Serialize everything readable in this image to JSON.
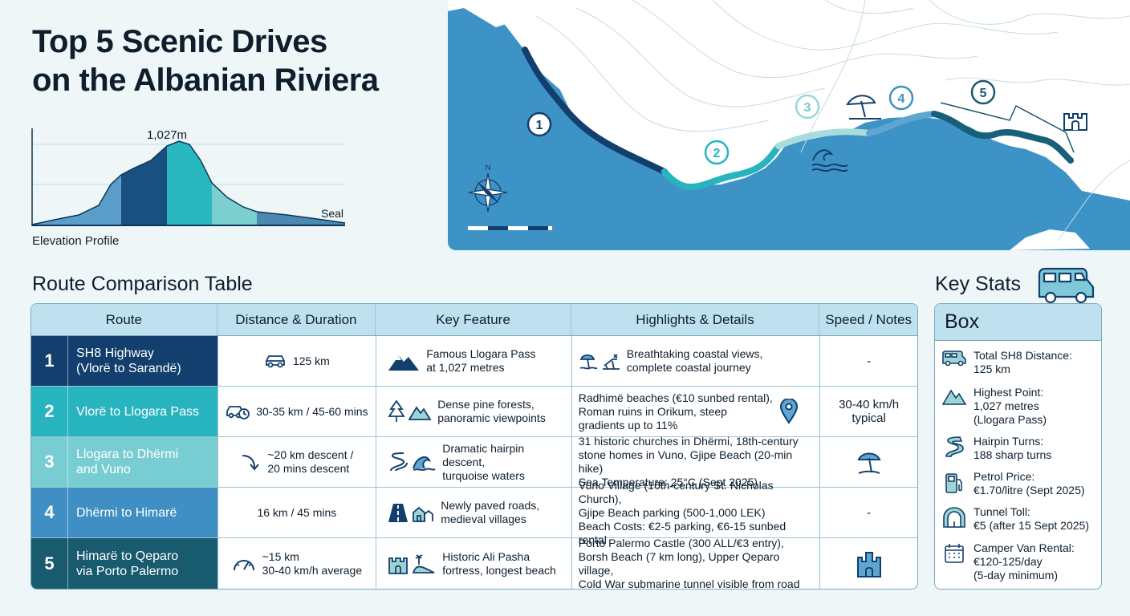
{
  "title": {
    "line1": "Top 5 Scenic Drives",
    "line2": "on the Albanian Riviera"
  },
  "elevation": {
    "peak": "1,027m",
    "sea": "Seal",
    "label": "Elevation Profile"
  },
  "map": {
    "markers": [
      "1",
      "2",
      "3",
      "4",
      "5"
    ],
    "compass": "N"
  },
  "table": {
    "title": "Route Comparison Table",
    "headers": [
      "Route",
      "Distance & Duration",
      "Key Feature",
      "Highlights & Details",
      "Speed / Notes"
    ],
    "rows": [
      {
        "num": "1",
        "route": "SH8 Highway\n(Vlorë to Sarandë)",
        "distance": "125 km",
        "feature": "Famous Llogara Pass\nat 1,027 metres",
        "highlights": "Breathtaking coastal views,\ncomplete coastal journey",
        "speed": "-"
      },
      {
        "num": "2",
        "route": "Vlorë to Llogara Pass",
        "distance": "30-35 km / 45-60 mins",
        "feature": "Dense pine forests,\npanoramic viewpoints",
        "highlights": "Radhimë beaches (€10 sunbed rental),\nRoman ruins in Orikum, steep\ngradients up to 11%",
        "speed": "30-40 km/h\ntypical"
      },
      {
        "num": "3",
        "route": "Llogara to Dhërmi\nand Vuno",
        "distance": "~20 km descent /\n20 mins descent",
        "feature": "Dramatic hairpin descent,\nturquoise waters",
        "highlights": "31 historic churches in Dhërmi, 18th-century\nstone homes in Vuno, Gjipe Beach (20-min hike)\nSea Temperature: 25°C (Sept 2025)",
        "speed": ""
      },
      {
        "num": "4",
        "route": "Dhërmi to Himarë",
        "distance": "16 km / 45 mins",
        "feature": "Newly paved roads,\nmedieval villages",
        "highlights": "Vuno Village (16th-century St. Nicholas Church),\nGjipe Beach parking (500-1,000 LEK)\nBeach Costs: €2-5 parking, €6-15 sunbed rental",
        "speed": "-"
      },
      {
        "num": "5",
        "route": "Himarë to Qeparo\nvia Porto Palermo",
        "distance": "~15 km\n30-40 km/h average",
        "feature": "Historic Ali Pasha\nfortress, longest beach",
        "highlights": "Porto Palermo Castle (300 ALL/€3 entry),\nBorsh Beach (7 km long), Upper Qeparo village,\nCold War submarine tunnel visible from road",
        "speed": ""
      }
    ]
  },
  "stats": {
    "title": "Key Stats",
    "box": "Box",
    "items": [
      {
        "icon": "camper-van-icon",
        "label": "Total SH8 Distance:",
        "value": "125 km"
      },
      {
        "icon": "mountain-icon",
        "label": "Highest Point:",
        "value": "1,027 metres\n(Llogara Pass)"
      },
      {
        "icon": "hairpin-road-icon",
        "label": "Hairpin Turns:",
        "value": "188 sharp turns"
      },
      {
        "icon": "fuel-pump-icon",
        "label": "Petrol Price:",
        "value": "€1.70/litre (Sept 2025)"
      },
      {
        "icon": "tunnel-icon",
        "label": "Tunnel Toll:",
        "value": "€5 (after 15 Sept 2025)"
      },
      {
        "icon": "calendar-icon",
        "label": "Camper Van Rental:",
        "value": "€120-125/day\n(5-day minimum)"
      }
    ]
  },
  "colors": {
    "route1": "#123f6e",
    "route2": "#28b4bf",
    "route3": "#78cdd2",
    "route4": "#3f8fc4",
    "route5": "#185a6e",
    "sea": "#3e93c6",
    "header": "#bfe1ef"
  }
}
